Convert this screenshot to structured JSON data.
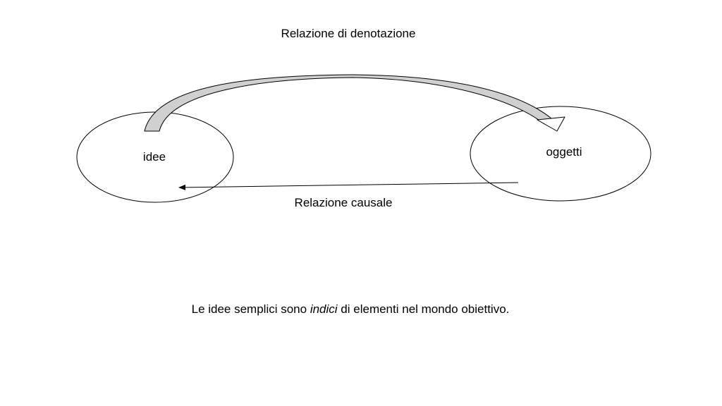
{
  "diagram": {
    "title_denotation": "Relazione di denotazione",
    "label_causal": "Relazione causale",
    "node_ideas": "idee",
    "node_objects": "oggetti",
    "caption": {
      "before": "Le idee semplici sono ",
      "emphasis": "indici",
      "after": " di elementi nel mondo obiettivo."
    }
  },
  "colors": {
    "stroke": "#000000",
    "curved_arrow_fill": "#d0d0d0",
    "arrow_head_fill": "#ffffff",
    "background": "#ffffff"
  }
}
